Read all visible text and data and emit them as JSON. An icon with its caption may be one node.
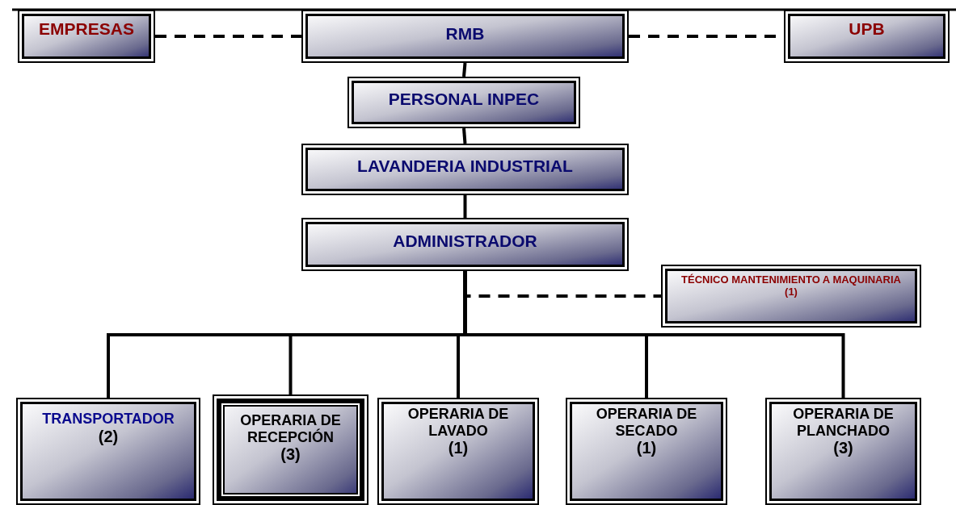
{
  "diagram": {
    "nodes": [
      {
        "text": [
          "EMPRESAS"
        ]
      },
      {
        "text": [
          "RMB"
        ]
      },
      {
        "text": [
          "UPB"
        ]
      },
      {
        "text": [
          "PERSONAL INPEC"
        ]
      },
      {
        "text": [
          "LAVANDERIA INDUSTRIAL"
        ]
      },
      {
        "text": [
          "ADMINISTRADOR"
        ]
      },
      {
        "text": [
          "TÉCNICO MANTENIMIENTO A MAQUINARIA",
          "(1)"
        ]
      },
      {
        "text": [
          "TRANSPORTADOR",
          "(2)"
        ]
      },
      {
        "text": [
          "OPERARIA DE RECEPCIÓN",
          "(3)"
        ]
      },
      {
        "text": [
          "OPERARIA DE LAVADO",
          "(1)"
        ]
      },
      {
        "text": [
          "OPERARIA DE SECADO",
          "(1)"
        ]
      },
      {
        "text": [
          "OPERARIA DE PLANCHADO",
          "(3)"
        ]
      }
    ],
    "edges": [
      {
        "from": 0,
        "to": 1,
        "arrow": "none",
        "style": "dashed"
      },
      {
        "from": 1,
        "to": 2,
        "arrow": "none",
        "style": "dashed"
      },
      {
        "from": 1,
        "to": 3,
        "arrow": "none"
      },
      {
        "from": 3,
        "to": 4,
        "arrow": "none"
      },
      {
        "from": 4,
        "to": 5,
        "arrow": "none"
      },
      {
        "from": 5,
        "to": 6,
        "arrow": "none",
        "style": "dashed"
      },
      {
        "from": 5,
        "to": 7,
        "arrow": "none"
      },
      {
        "from": 5,
        "to": 8,
        "arrow": "none"
      },
      {
        "from": 5,
        "to": 9,
        "arrow": "none"
      },
      {
        "from": 5,
        "to": 10,
        "arrow": "none"
      },
      {
        "from": 5,
        "to": 11,
        "arrow": "none"
      }
    ]
  }
}
